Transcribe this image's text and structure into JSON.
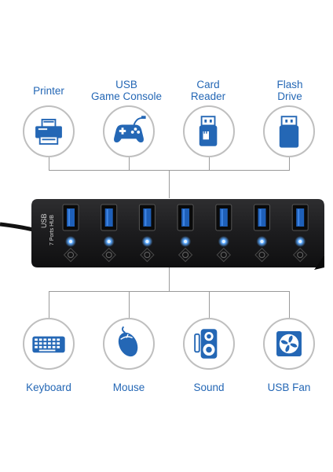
{
  "top_devices": [
    {
      "label": "Printer",
      "icon": "printer-icon"
    },
    {
      "label": "USB\nGame Console",
      "icon": "gamepad-icon"
    },
    {
      "label": "Card\nReader",
      "icon": "card-reader-icon"
    },
    {
      "label": "Flash\nDrive",
      "icon": "flash-drive-icon"
    }
  ],
  "hub": {
    "side_text": "USB",
    "side_subtext": "7 Ports HUB",
    "port_count": 7
  },
  "bottom_devices": [
    {
      "label": "Keyboard",
      "icon": "keyboard-icon"
    },
    {
      "label": "Mouse",
      "icon": "mouse-icon"
    },
    {
      "label": "Sound",
      "icon": "speaker-icon"
    },
    {
      "label": "USB Fan",
      "icon": "fan-icon"
    }
  ],
  "colors": {
    "accent": "#2467b5",
    "hub_body": "#1c1c1e",
    "led": "#5aa8ff"
  }
}
